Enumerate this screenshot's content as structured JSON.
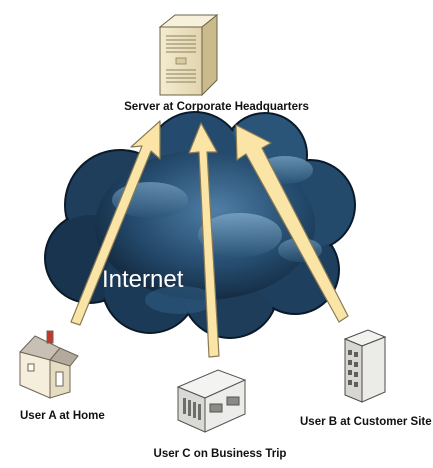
{
  "nodes": {
    "server": {
      "label": "Server at Corporate Headquarters",
      "icon": "server-tower-icon"
    },
    "user_a": {
      "label": "User A at Home",
      "icon": "house-icon"
    },
    "user_b": {
      "label": "User B at Customer Site",
      "icon": "office-building-icon"
    },
    "user_c": {
      "label": "User C on Business Trip",
      "icon": "hotel-building-icon"
    }
  },
  "cloud": {
    "label": "Internet"
  },
  "edges": [
    {
      "from": "user_a",
      "to": "server"
    },
    {
      "from": "user_c",
      "to": "server"
    },
    {
      "from": "user_b",
      "to": "server"
    }
  ],
  "colors": {
    "arrow_fill": "#fbe5a6",
    "arrow_stroke": "#8a7a55",
    "cloud_dark": "#0f2538",
    "cloud_light": "#5a87ad"
  }
}
